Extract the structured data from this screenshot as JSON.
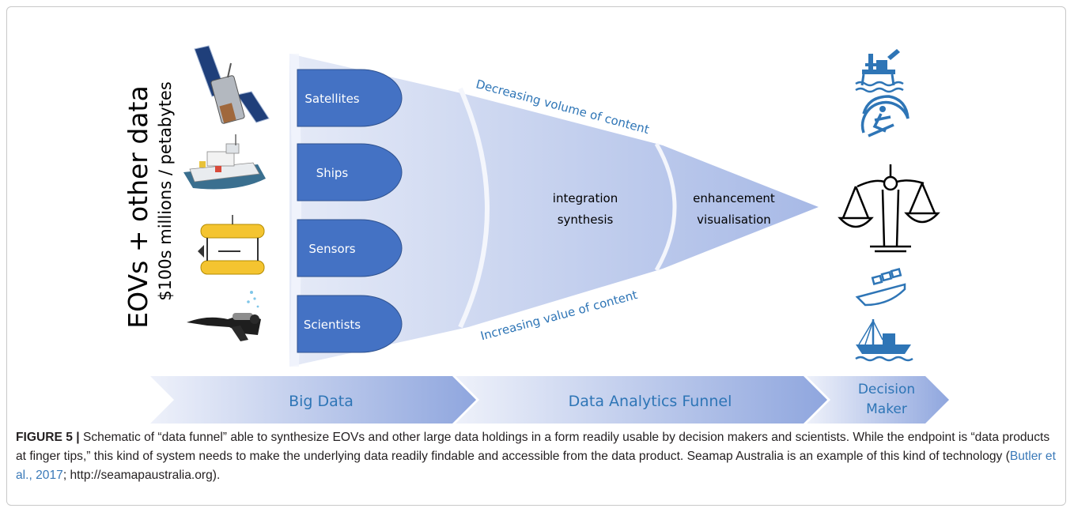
{
  "left_label": {
    "main": "EOVs + other data",
    "sub": "$100s millions / petabytes"
  },
  "sources": [
    "Satellites",
    "Ships",
    "Sensors",
    "Scientists"
  ],
  "funnel": {
    "top_caption": "Decreasing volume of content",
    "bottom_caption": "Increasing value of content",
    "stage1": [
      "integration",
      "synthesis"
    ],
    "stage2": [
      "enhancement",
      "visualisation"
    ]
  },
  "arrows": {
    "big_data": "Big Data",
    "funnel": "Data Analytics Funnel",
    "decision": [
      "Decision",
      "Maker"
    ]
  },
  "icons": [
    "satellite-icon",
    "research-ship-icon",
    "sensor-mooring-icon",
    "diver-icon",
    "oil-rig-icon",
    "surfer-icon",
    "justice-scales-icon",
    "container-ship-icon",
    "fishing-trawler-icon"
  ],
  "colors": {
    "source_box": "#4472c4",
    "funnel_light": "#e3e8f6",
    "funnel_dark": "#8aa2dc",
    "caption_text": "#2e75b6",
    "icon_blue": "#2e75b6",
    "figure_ref": "#3a79b8"
  },
  "caption": {
    "label": "FIGURE 5 |",
    "text_a": " Schematic of “data funnel” able to synthesize EOVs and other large data holdings in a form readily usable by decision makers and scientists. While the endpoint is “data products at finger tips,” this kind of system needs to make the underlying data readily findable and accessible from the data product. Seamap Australia is an example of this kind of technology (",
    "ref": "Butler et al., 2017",
    "text_b": "; http://seamapaustralia.org)."
  }
}
